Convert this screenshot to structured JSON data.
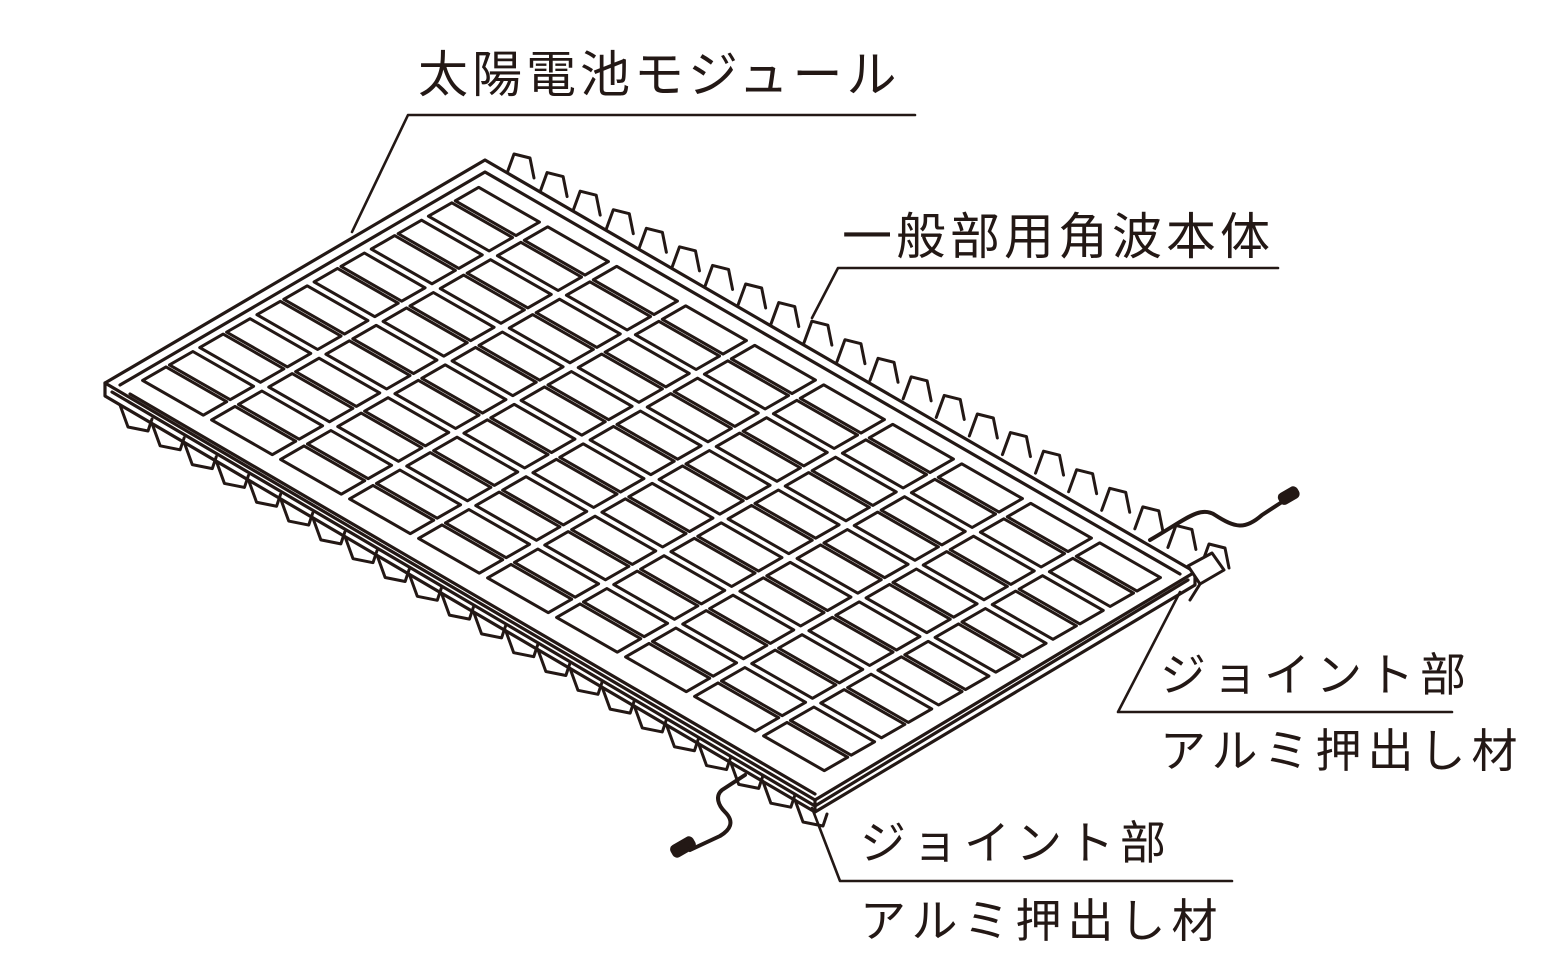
{
  "diagram": {
    "type": "isometric technical illustration",
    "subject": "solar panel module mounted on corrugated roof body with aluminium extrusion joints",
    "line_color": "#231815",
    "background": "#ffffff",
    "grid": {
      "cells_short_axis": 6,
      "cells_long_axis": 10
    }
  },
  "labels": {
    "module": "太陽電池モジュール",
    "roof_body": "一般部用角波本体",
    "joint_right_line1": "ジョイント部",
    "joint_right_line2": "アルミ押出し材",
    "joint_bottom_line1": "ジョイント部",
    "joint_bottom_line2": "アルミ押出し材"
  }
}
